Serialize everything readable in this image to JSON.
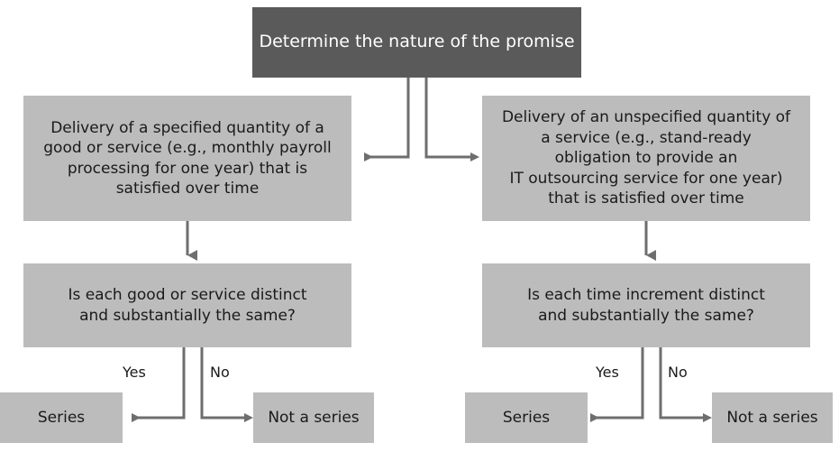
{
  "diagram": {
    "title_node": {
      "id": "determine-nature",
      "label": "Determine the nature of the promise"
    },
    "branches": [
      {
        "side": "left",
        "premise": "Delivery of a specified quantity of a\ngood or service (e.g., monthly payroll\nprocessing for one year) that is\nsatisfied over time",
        "question": "Is each good or service distinct\nand substantially the same?",
        "yes_label": "Yes",
        "no_label": "No",
        "yes_outcome": "Series",
        "no_outcome": "Not a series"
      },
      {
        "side": "right",
        "premise": "Delivery of an unspecified quantity of\na service (e.g., stand-ready\nobligation to provide an\nIT outsourcing service for one year)\nthat is satisfied over time",
        "question": "Is each time increment distinct\nand substantially the same?",
        "yes_label": "Yes",
        "no_label": "No",
        "yes_outcome": "Series",
        "no_outcome": "Not a series"
      }
    ],
    "colors": {
      "header_fill": "#5a5a5a",
      "header_text": "#ffffff",
      "node_fill": "#bcbcbc",
      "node_text": "#1a1a1a",
      "connector": "#6e6e6e",
      "background": "#ffffff"
    }
  }
}
